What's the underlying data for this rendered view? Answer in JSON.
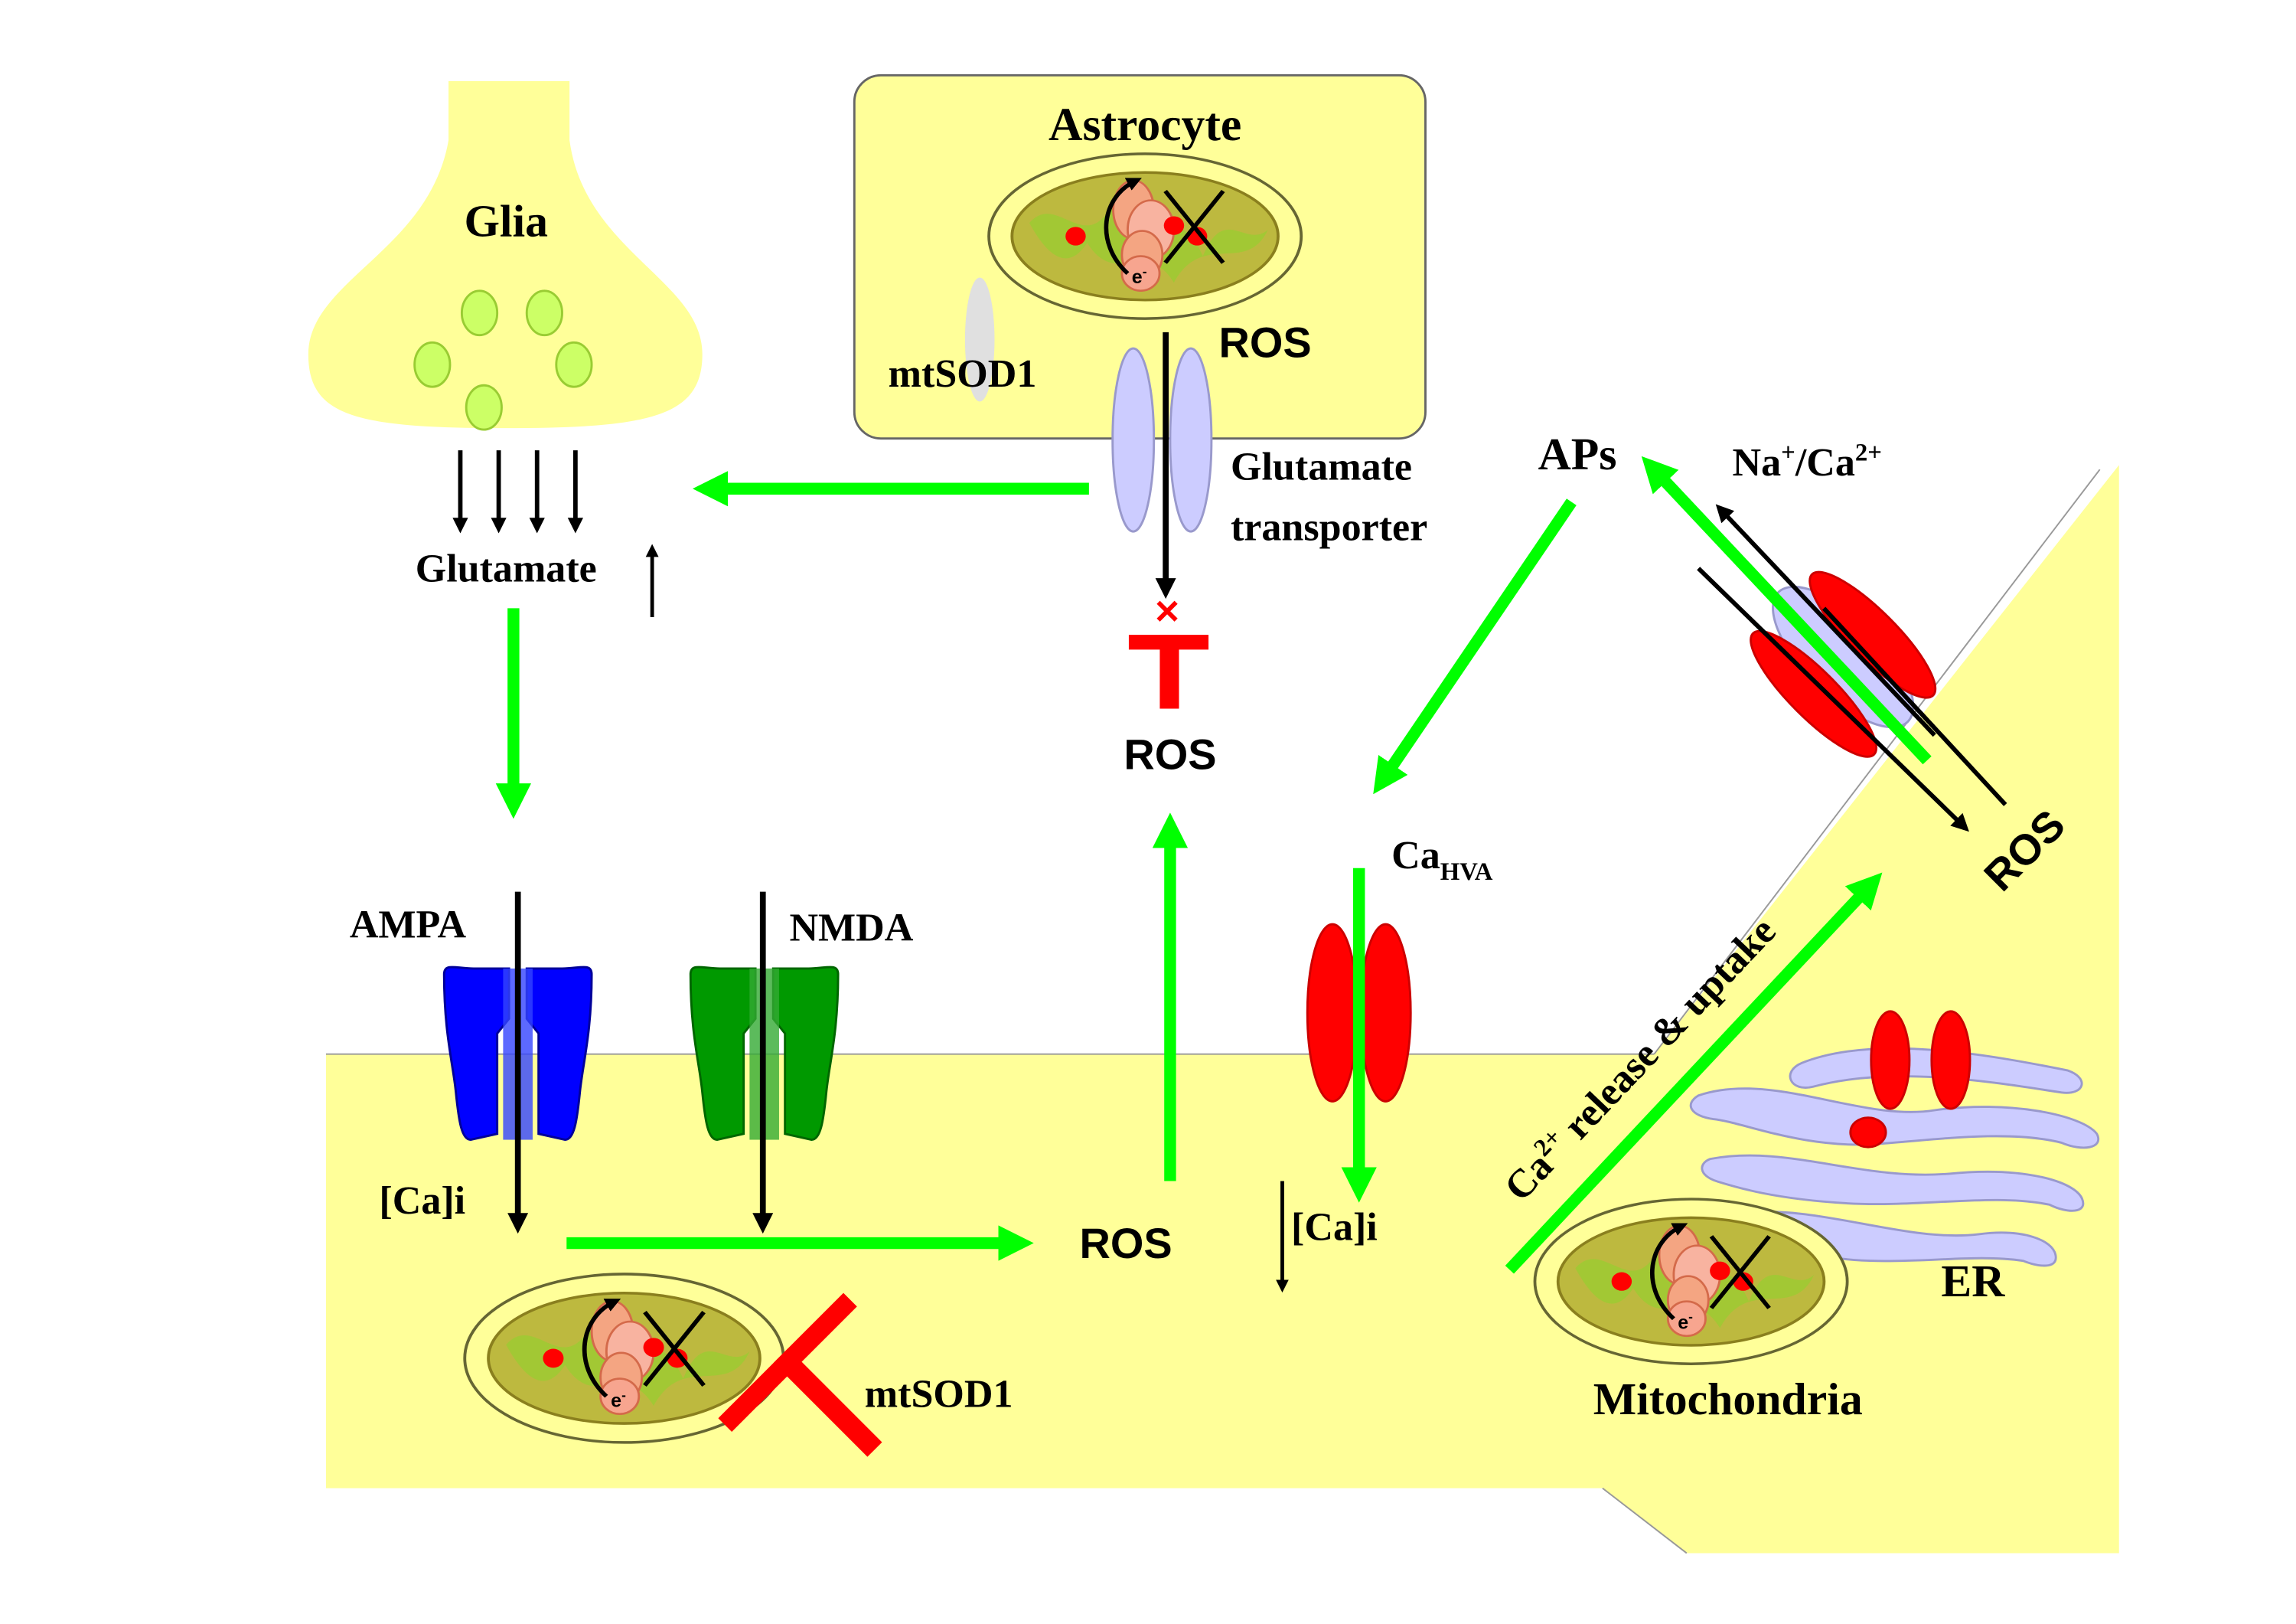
{
  "labels": {
    "glia": "Glia",
    "astrocyte": "Astrocyte",
    "mtsod1_astro": "mtSOD1",
    "ros_astro": "ROS",
    "glutamate_transporter_1": "Glutamate",
    "glutamate_transporter_2": "transporter",
    "glutamate": "Glutamate",
    "ros_center": "ROS",
    "aps": "APs",
    "na": "Na",
    "na_sup": "+",
    "ca_slash": "/Ca",
    "ca_sup": "2+",
    "ros_exchanger": "ROS",
    "ca_hva": "Ca",
    "ca_hva_sub": "HVA",
    "ampa": "AMPA",
    "nmda": "NMDA",
    "cai_left": "[Ca]i",
    "ros_neuron": "ROS",
    "cai_right": "[Ca]i",
    "ca_release_1": "Ca",
    "ca_release_sup": "2+",
    "ca_release_2": " release & uptake",
    "mtsod1_neuron": "mtSOD1",
    "er": "ER",
    "mitochondria": "Mitochondria",
    "electron": "e",
    "electron_sup": "-"
  },
  "colors": {
    "cytoplasm": "#ffff99",
    "green_arrow": "#00ff00",
    "inhibit": "#ff0000",
    "ampa": "#0000ff",
    "nmda": "#009900",
    "transporter": "#ccccff",
    "er": "#ccccff",
    "vesicle": "#ccff66"
  },
  "icons": {
    "mitochondrion": "mitochondrion-icon",
    "channel": "ion-channel-icon",
    "inhibition": "t-bar-inhibit-icon"
  }
}
